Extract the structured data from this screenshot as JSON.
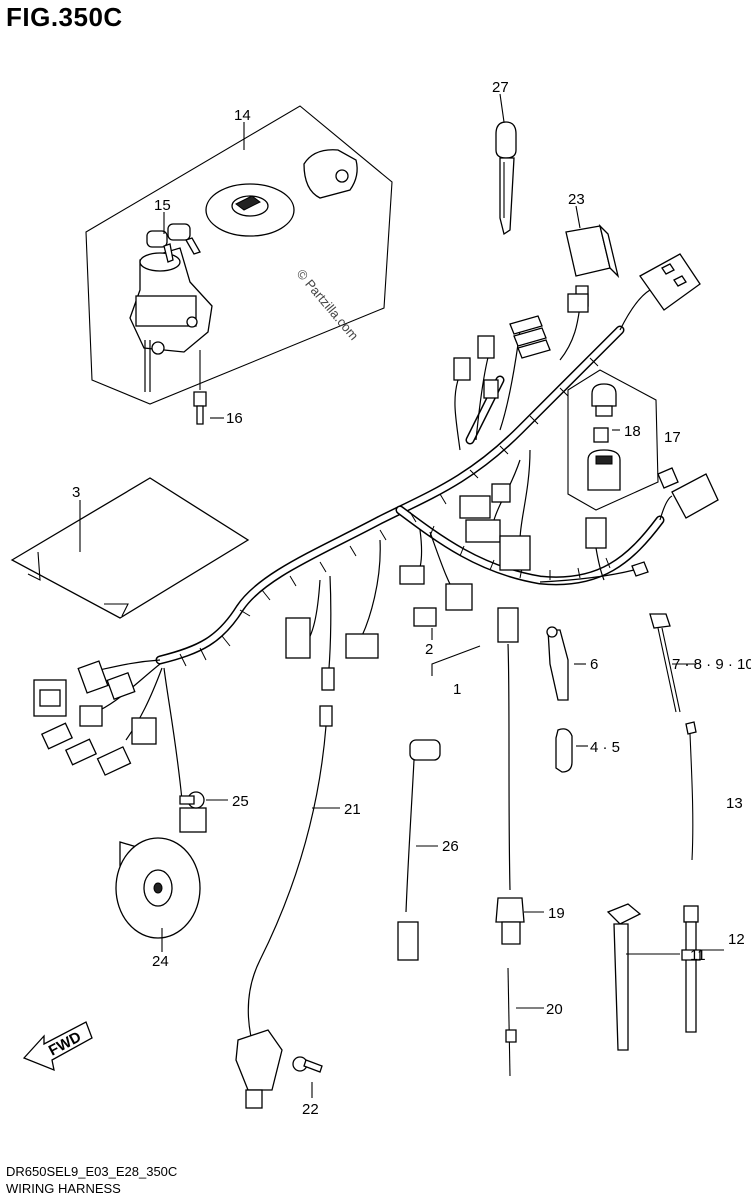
{
  "figure": {
    "title": "FIG.350C",
    "code": "DR650SEL9_E03_E28_350C",
    "caption": "WIRING HARNESS",
    "watermark": "© Partzilla.com",
    "fwd_label": "FWD"
  },
  "callouts": [
    "1",
    "2",
    "3",
    "4 · 5",
    "6",
    "7 · 8 · 9 · 10",
    "11",
    "12",
    "13",
    "14",
    "15",
    "16",
    "17",
    "18",
    "19",
    "20",
    "21",
    "22",
    "23",
    "24",
    "25",
    "26",
    "27"
  ]
}
